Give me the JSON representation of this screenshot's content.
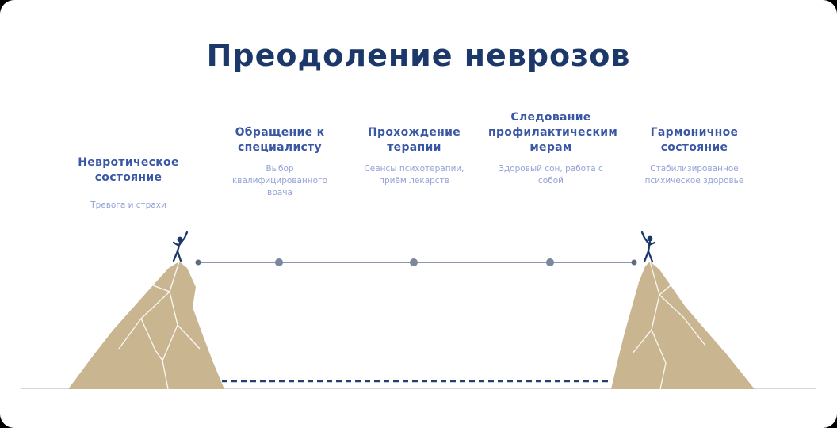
{
  "title": "Преодоление неврозов",
  "stages": [
    {
      "title": "Невротическое состояние",
      "subtitle": "Тревога и страхи"
    },
    {
      "title": "Обращение к специалисту",
      "subtitle": "Выбор квалифицированного врача"
    },
    {
      "title": "Прохождение терапии",
      "subtitle": "Сеансы психотерапии, приём лекарств"
    },
    {
      "title": "Следование профилактическим мерам",
      "subtitle": "Здоровый сон, работа с собой"
    },
    {
      "title": "Гармоничное состояние",
      "subtitle": "Стабилизированное психическое здоровье"
    }
  ],
  "colors": {
    "navy": "#1c3769",
    "heading": "#3a57a5",
    "sub": "#93a2d8",
    "tan": "#c9b690",
    "rope": "#8e96a8",
    "dot": "#7b879c",
    "ground": "#d8d8d8",
    "dash": "#24406f"
  }
}
